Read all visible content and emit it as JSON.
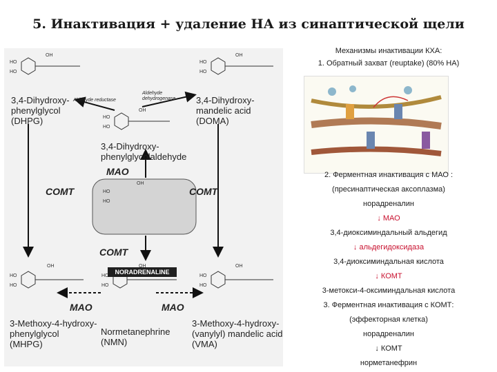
{
  "title": "5. Инактивация + удаление НА из синаптической щели",
  "diagram": {
    "dhpg": "3,4-Dihydroxy-\nphenylglycol\n(DHPG)",
    "doma": "3,4-Dihydroxy-\nmandelic acid\n(DOMA)",
    "aldehyde": "3,4-Dihydroxy-\nphenylglycolaldehyde",
    "mhpg": "3-Methoxy-4-hydroxy-\nphenylglycol\n(MHPG)",
    "nmn": "Normetanephrine\n(NMN)",
    "vma": "3-Methoxy-4-hydroxy-\n(vanylyl) mandelic acid\n(VMA)",
    "noradrenaline": "NORADRENALINE",
    "enz_mao_1": "MAO",
    "enz_comt_left": "COMT",
    "enz_comt_right": "COMT",
    "enz_comt_mid": "COMT",
    "enz_mao_left": "MAO",
    "enz_mao_right": "MAO",
    "aldehyde_reductase": "Aldehyde reductase",
    "aldehyde_dehydrogenase": "Aldehyde\ndehydrogenase"
  },
  "panel": {
    "lines": [
      "Механизмы инактивации КХА:",
      "1. Обратный захват (reuptake) (80% НА)",
      "2. Ферментная инактивация с МАО :",
      "(пресинаптическая аксоплазма)",
      "норадреналин",
      "↓ МАО",
      "3,4-диоксиминдальный альдегид",
      "↓ альдегидоксидаза",
      "3,4-диоксиминдальная кислота",
      "↓ КОМТ",
      "3-метокси-4-оксиминдальная кислота",
      "3. Ферментная инактивация с КОМТ:",
      "(эффекторная клетка)",
      "норадреналин",
      "↓ КОМТ",
      "норметанефрин"
    ]
  },
  "colors": {
    "enzyme_red": "#c8102e",
    "diagram_bg": "#f2f2f2"
  }
}
